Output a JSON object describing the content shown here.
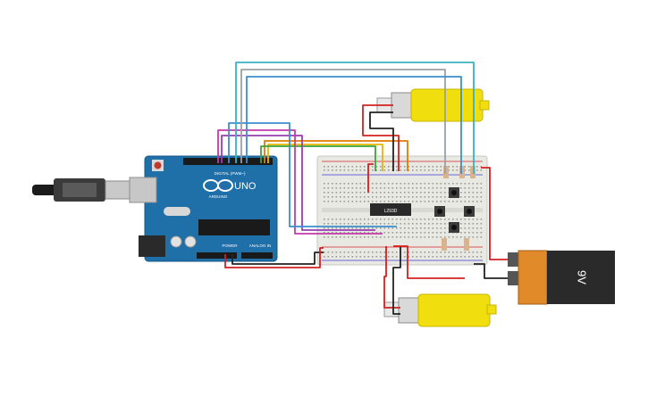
{
  "arduino": {
    "board_label": "UNO",
    "brand": "ARDUINO",
    "digital_header": "DIGITAL (PWM~)",
    "power_header": "POWER",
    "analog_header": "ANALOG IN"
  },
  "ic": {
    "label": "L293D"
  },
  "battery": {
    "label": "9V"
  },
  "colors": {
    "arduino_blue": "#1f6fa8",
    "breadboard": "#e9e9e4",
    "motor_yellow": "#f1de0e",
    "battery_orange": "#e08a2a",
    "battery_black": "#2a2a2a",
    "wire_red": "#d42020",
    "wire_black": "#222222",
    "wire_yellow": "#e3b700",
    "wire_orange": "#e07b00",
    "wire_green": "#3aa53a",
    "wire_purple": "#9b3db0",
    "wire_magenta": "#c43aa8",
    "wire_blue": "#3a8fd0",
    "wire_cyan": "#3ab0c0",
    "wire_gray": "#9aa0a6"
  }
}
